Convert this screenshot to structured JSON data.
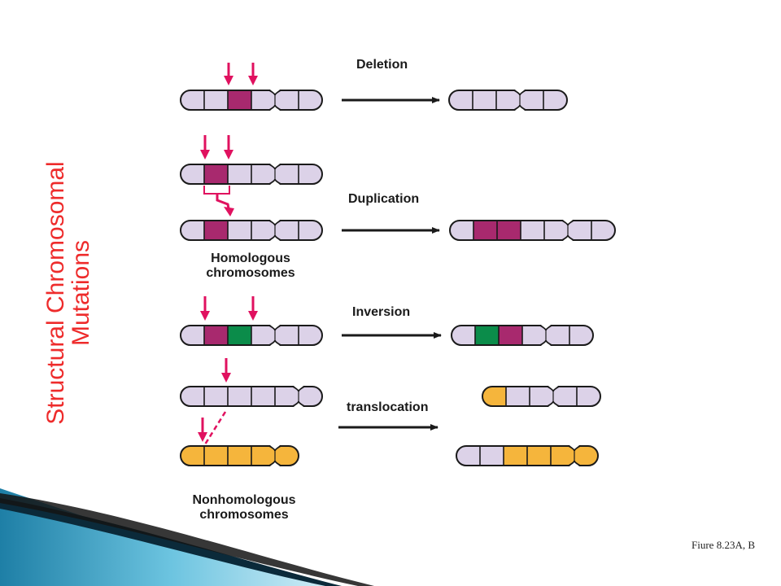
{
  "title": {
    "line1": "Structural Chromosomal",
    "line2": "Mutations"
  },
  "labels": {
    "deletion": "Deletion",
    "duplication": "Duplication",
    "inversion": "Inversion",
    "translocation": "translocation",
    "homologous_line1": "Homologous",
    "homologous_line2": "chromosomes",
    "nonhomologous_line1": "Nonhomologous",
    "nonhomologous_line2": "chromosomes"
  },
  "figure_caption": "Fiure 8.23A, B",
  "colors": {
    "title": "#ee2b2b",
    "chromosome_fill": "#dcd2e8",
    "chromosome_outline": "#1a1a1a",
    "mutated_segment": "#a8296e",
    "inverted_segment": "#0b8c4a",
    "nonhomologous_fill": "#f5b53c",
    "arrow_pointer": "#e0115f",
    "accent_teal": "#2a9bc4"
  }
}
